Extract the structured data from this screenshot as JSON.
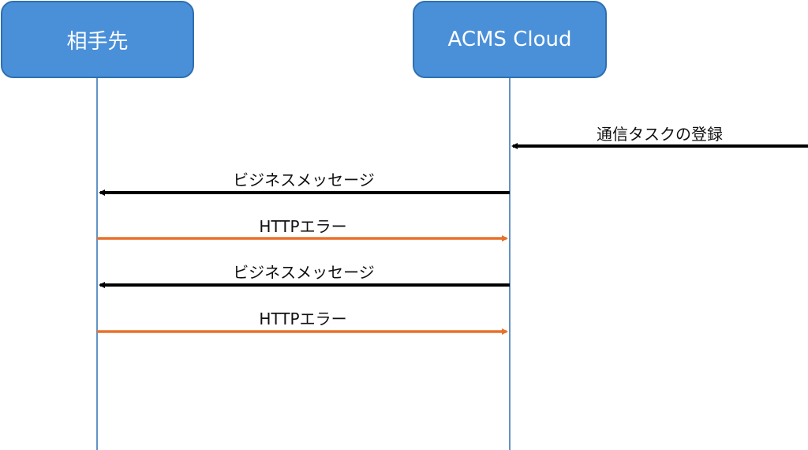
{
  "participants": [
    {
      "name": "相手先"
    },
    {
      "name": "ACMS Cloud"
    }
  ],
  "messages": [
    {
      "label": "通信タスクの登録",
      "from": "external",
      "to": "ACMS Cloud",
      "color": "#000000"
    },
    {
      "label": "ビジネスメッセージ",
      "from": "ACMS Cloud",
      "to": "相手先",
      "color": "#000000"
    },
    {
      "label": "HTTPエラー",
      "from": "相手先",
      "to": "ACMS Cloud",
      "color": "#e8712b"
    },
    {
      "label": "ビジネスメッセージ",
      "from": "ACMS Cloud",
      "to": "相手先",
      "color": "#000000"
    },
    {
      "label": "HTTPエラー",
      "from": "相手先",
      "to": "ACMS Cloud",
      "color": "#e8712b"
    }
  ],
  "colors": {
    "participant_fill": "#4a90d9",
    "participant_border": "#2f6fb0",
    "lifeline": "#2f6fb0",
    "request": "#000000",
    "error": "#e8712b"
  }
}
